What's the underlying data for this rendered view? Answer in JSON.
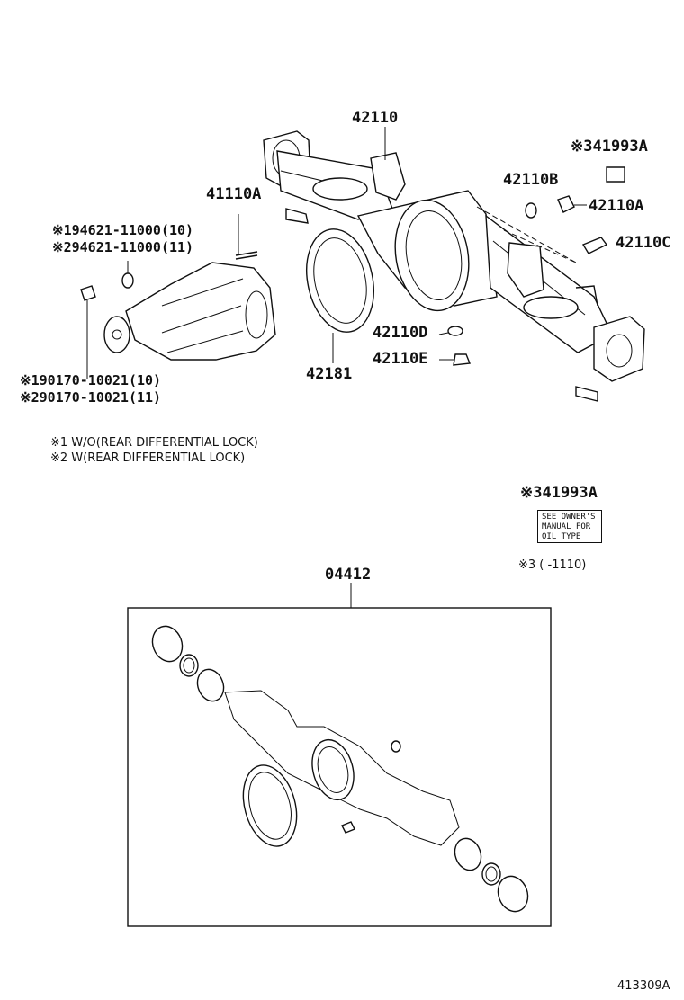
{
  "labels": {
    "carrier_housing": "42110",
    "stud": "41110A",
    "washer_note1": "※194621-11000(10)",
    "washer_note2": "※294621-11000(11)",
    "nut_note1": "※190170-10021(10)",
    "nut_note2": "※290170-10021(11)",
    "gasket": "42181",
    "plug_d": "42110D",
    "plug_e": "42110E",
    "plug_b": "42110B",
    "plug_a": "42110A",
    "breather_c": "42110C",
    "label_top": "※341993A",
    "label_bottom": "※341993A",
    "gasket_kit": "04412",
    "footer_code": "413309A"
  },
  "notes": {
    "note1": "※1 W/O(REAR DIFFERENTIAL LOCK)",
    "note2": "※2 W(REAR DIFFERENTIAL LOCK)",
    "note3": "※3 (     -1110)"
  },
  "oil_tag": {
    "line1": "SEE OWNER'S",
    "line2": "MANUAL FOR",
    "line3": "OIL TYPE"
  }
}
